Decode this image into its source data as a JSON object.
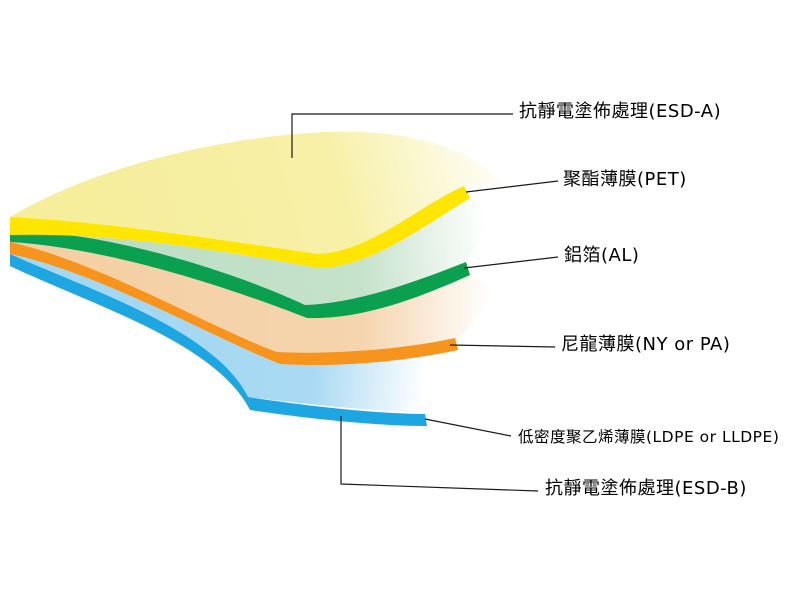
{
  "diagram": {
    "background_color": "#ffffff",
    "leader_line_color": "#1a1a1a"
  },
  "layers": {
    "esd_a": {
      "label": "抗靜電塗佈處理(ESD-A)"
    },
    "pet": {
      "label": "聚酯薄膜(PET)",
      "edge_color": "#FFE600",
      "surface_color": "#F6EE9B"
    },
    "al": {
      "label": "鋁箔(AL)",
      "edge_color": "#0AA04F",
      "surface_color": "#BBDDC2"
    },
    "ny": {
      "label": "尼龍薄膜(NY or PA)",
      "edge_color": "#F7941D",
      "surface_color": "#F4CFA3"
    },
    "ldpe": {
      "label": "低密度聚乙烯薄膜(LDPE or LLDPE)",
      "edge_color": "#1EA6E3",
      "surface_color": "#A3D7F2"
    },
    "esd_b": {
      "label": "抗靜電塗佈處理(ESD-B)"
    }
  }
}
